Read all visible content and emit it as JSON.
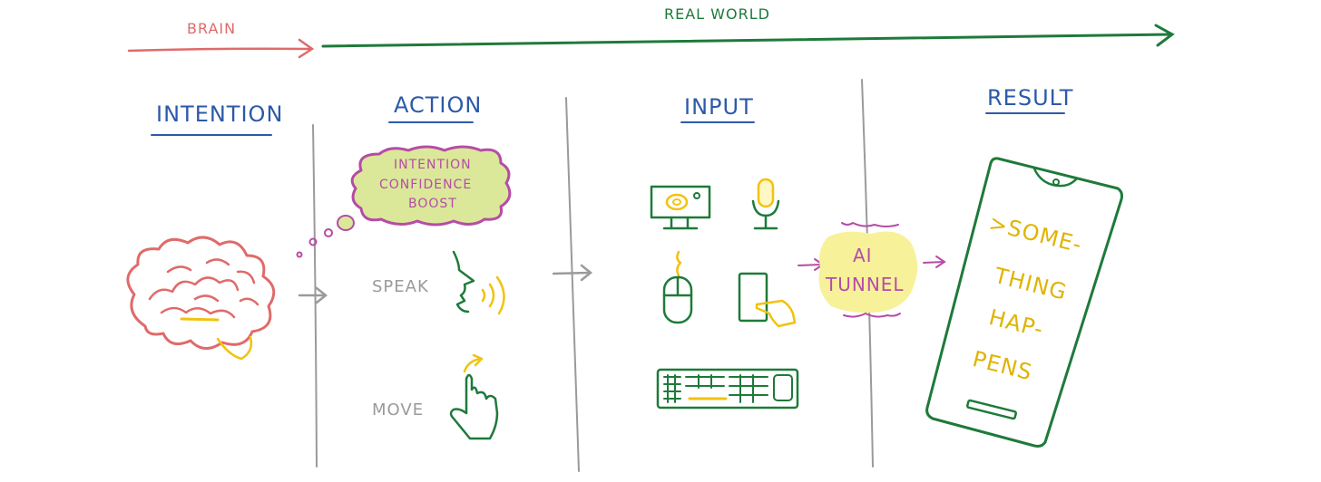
{
  "flow": {
    "brain_label": "BRAIN",
    "real_world_label": "REAL WORLD"
  },
  "columns": [
    {
      "heading": "INTENTION"
    },
    {
      "heading": "ACTION"
    },
    {
      "heading": "INPUT"
    },
    {
      "heading": "RESULT"
    }
  ],
  "thought_bubble": {
    "line1": "INTENTION",
    "line2": "CONFIDENCE",
    "line3": "BOOST"
  },
  "actions": {
    "speak": "SPEAK",
    "move": "MOVE"
  },
  "ai_tunnel": {
    "line1": "AI",
    "line2": "TUNNEL"
  },
  "phone": {
    "line1": ">SOME-",
    "line2": "THING",
    "line3": "HAP-",
    "line4": "PENS"
  },
  "colors": {
    "brain": "#e06a6a",
    "real_world": "#1e7a3a",
    "heading": "#2c5aa8",
    "accent_yellow": "#f2c20f",
    "magenta": "#b64ca6",
    "gray": "#9a9a9a",
    "bubble_fill": "#dbe89a",
    "tunnel_fill": "#f7f19a"
  }
}
